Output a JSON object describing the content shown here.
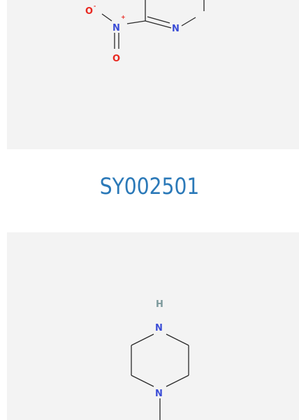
{
  "top_structure": {
    "atoms": {
      "oxygen_minus": "O",
      "minus_charge": "-",
      "nitrogen_plus": "N",
      "plus_charge": "+",
      "oxygen_bottom": "O",
      "ring_nitrogen": "N"
    },
    "colors": {
      "oxygen": "#e8271f",
      "nitrogen": "#3a4cd6",
      "bond": "#2a2a2a"
    }
  },
  "product": {
    "code": "SY002501"
  },
  "bottom_structure": {
    "atoms": {
      "hydrogen": "H",
      "nitrogen_top": "N",
      "nitrogen_bottom": "N"
    },
    "colors": {
      "hydrogen": "#7d9a9c",
      "nitrogen": "#3a4cd6",
      "bond": "#2a2a2a"
    }
  }
}
